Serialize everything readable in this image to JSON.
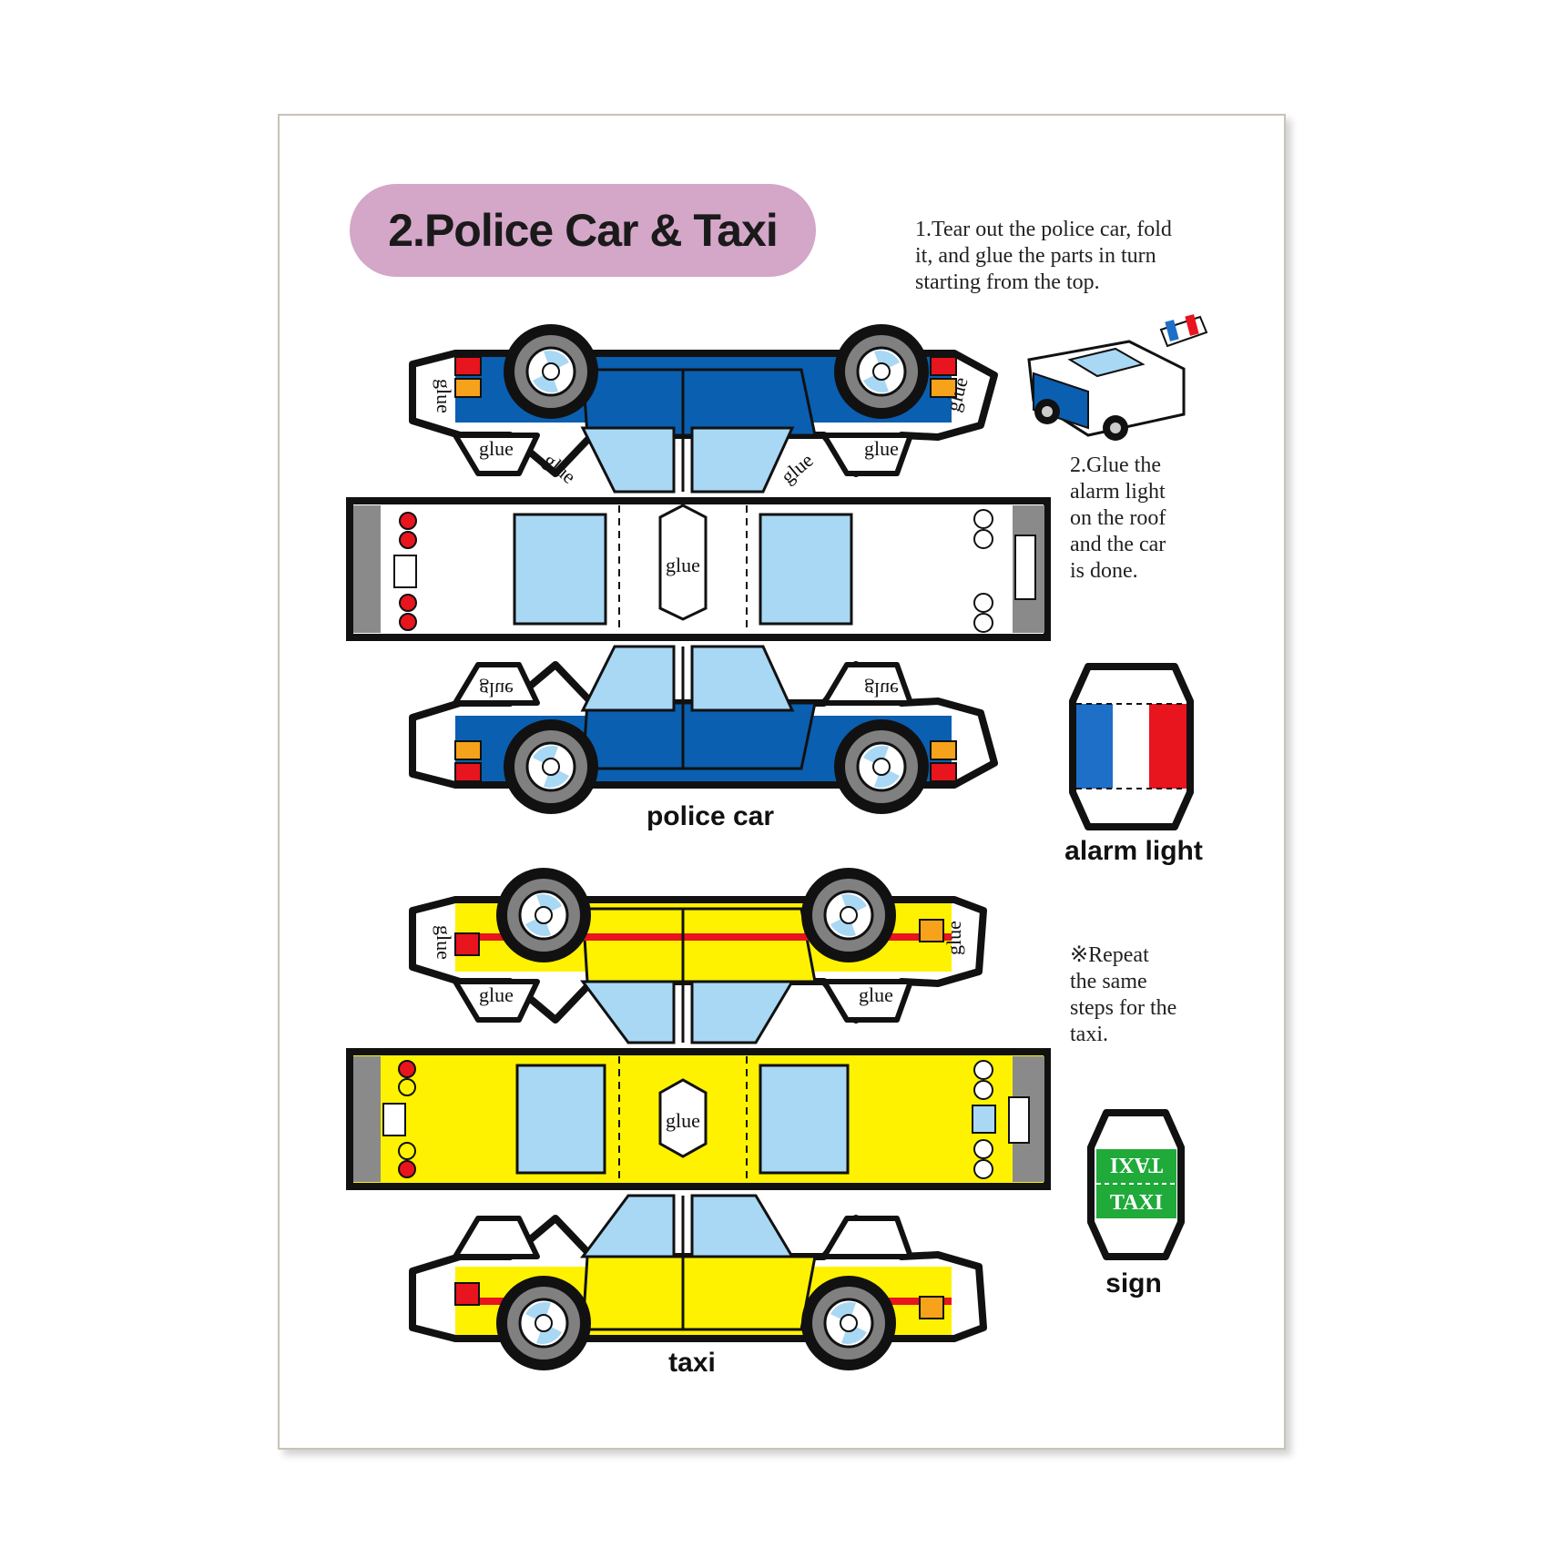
{
  "title": "2.Police Car & Taxi",
  "instructions": {
    "step1": "1.Tear out the police car, fold\nit, and glue the parts in turn\nstarting from the top.",
    "step2": "2.Glue the\nalarm light\non the roof\nand the car\nis done.",
    "repeat": "※Repeat\nthe same\nsteps for the\ntaxi."
  },
  "labels": {
    "police_car": "police car",
    "alarm_light": "alarm light",
    "taxi": "taxi",
    "sign": "sign"
  },
  "tab_text": "glue",
  "sign_text": "TAXI",
  "colors": {
    "police_body": "#0a5fb0",
    "taxi_body": "#fff200",
    "window": "#a8d8f4",
    "stripe": "#e8141e",
    "title_bg": "#d4a6c8",
    "sign_green": "#1faa3a",
    "flag_blue": "#1e6fc8",
    "flag_red": "#e8141e"
  }
}
